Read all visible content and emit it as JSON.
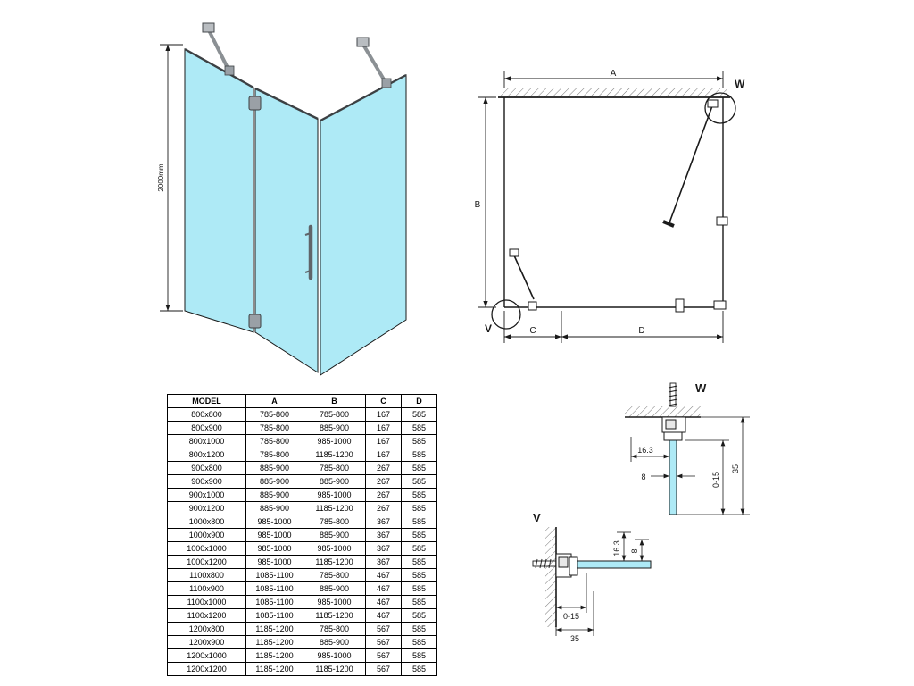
{
  "iso_view": {
    "height_dim": "2000mm"
  },
  "plan_view": {
    "dim_a_label": "A",
    "dim_b_label": "B",
    "dim_c_label": "C",
    "dim_d_label": "D",
    "detail_w_label": "W",
    "detail_v_label": "V"
  },
  "detail_w": {
    "title": "W",
    "dim_offset": "16.3",
    "dim_glass": "8",
    "dim_adjust": "0-15",
    "dim_width": "35"
  },
  "detail_v": {
    "title": "V",
    "dim_offset": "16.3",
    "dim_glass": "8",
    "dim_adjust": "0-15",
    "dim_width": "35"
  },
  "table": {
    "headers": [
      "MODEL",
      "A",
      "B",
      "C",
      "D"
    ],
    "rows": [
      [
        "800x800",
        "785-800",
        "785-800",
        "167",
        "585"
      ],
      [
        "800x900",
        "785-800",
        "885-900",
        "167",
        "585"
      ],
      [
        "800x1000",
        "785-800",
        "985-1000",
        "167",
        "585"
      ],
      [
        "800x1200",
        "785-800",
        "1185-1200",
        "167",
        "585"
      ],
      [
        "900x800",
        "885-900",
        "785-800",
        "267",
        "585"
      ],
      [
        "900x900",
        "885-900",
        "885-900",
        "267",
        "585"
      ],
      [
        "900x1000",
        "885-900",
        "985-1000",
        "267",
        "585"
      ],
      [
        "900x1200",
        "885-900",
        "1185-1200",
        "267",
        "585"
      ],
      [
        "1000x800",
        "985-1000",
        "785-800",
        "367",
        "585"
      ],
      [
        "1000x900",
        "985-1000",
        "885-900",
        "367",
        "585"
      ],
      [
        "1000x1000",
        "985-1000",
        "985-1000",
        "367",
        "585"
      ],
      [
        "1000x1200",
        "985-1000",
        "1185-1200",
        "367",
        "585"
      ],
      [
        "1100x800",
        "1085-1100",
        "785-800",
        "467",
        "585"
      ],
      [
        "1100x900",
        "1085-1100",
        "885-900",
        "467",
        "585"
      ],
      [
        "1100x1000",
        "1085-1100",
        "985-1000",
        "467",
        "585"
      ],
      [
        "1100x1200",
        "1085-1100",
        "1185-1200",
        "467",
        "585"
      ],
      [
        "1200x800",
        "1185-1200",
        "785-800",
        "567",
        "585"
      ],
      [
        "1200x900",
        "1185-1200",
        "885-900",
        "567",
        "585"
      ],
      [
        "1200x1000",
        "1185-1200",
        "985-1000",
        "567",
        "585"
      ],
      [
        "1200x1200",
        "1185-1200",
        "1185-1200",
        "567",
        "585"
      ]
    ]
  },
  "colors": {
    "glass": "#aeeaf6",
    "line": "#1a1a1a"
  }
}
